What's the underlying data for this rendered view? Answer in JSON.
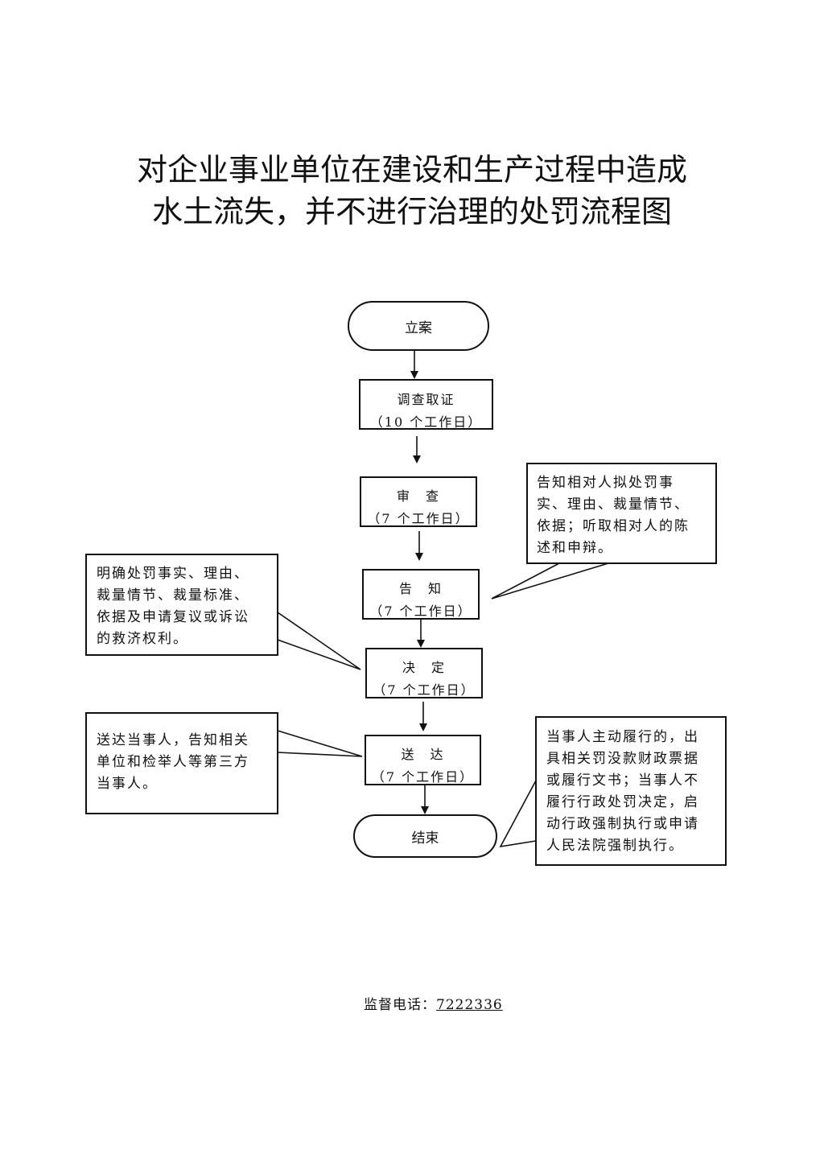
{
  "title": {
    "line1": "对企业事业单位在建设和生产过程中造成",
    "line2": "水土流失，并不进行治理的处罚流程图"
  },
  "flow": {
    "start": "立案",
    "steps": [
      {
        "name": "调查取证",
        "duration": "（10 个工作日）"
      },
      {
        "name": "审　查",
        "duration": "（7 个工作日）"
      },
      {
        "name": "告　知",
        "duration": "（7 个工作日）"
      },
      {
        "name": "决　定",
        "duration": "（7 个工作日）"
      },
      {
        "name": "送　达",
        "duration": "（7 个工作日）"
      }
    ],
    "end": "结束"
  },
  "notes": {
    "inform": [
      "告知相对人拟处罚事",
      "实、理由、裁量情节、",
      "依据；听取相对人的陈",
      "述和申辩。"
    ],
    "decide": [
      "明确处罚事实、理由、",
      "裁量情节、裁量标准、",
      "依据及申请复议或诉讼",
      "的救济权利。"
    ],
    "deliver": [
      "送达当事人，告知相关",
      "单位和检举人等第三方",
      "当事人。"
    ],
    "end": [
      "当事人主动履行的，出",
      "具相关罚没款财政票据",
      "或履行文书；当事人不",
      "履行行政处罚决定，启",
      "动行政强制执行或申请",
      "人民法院强制执行。"
    ]
  },
  "footer": {
    "label": "监督电话：",
    "phone": "7222336"
  }
}
